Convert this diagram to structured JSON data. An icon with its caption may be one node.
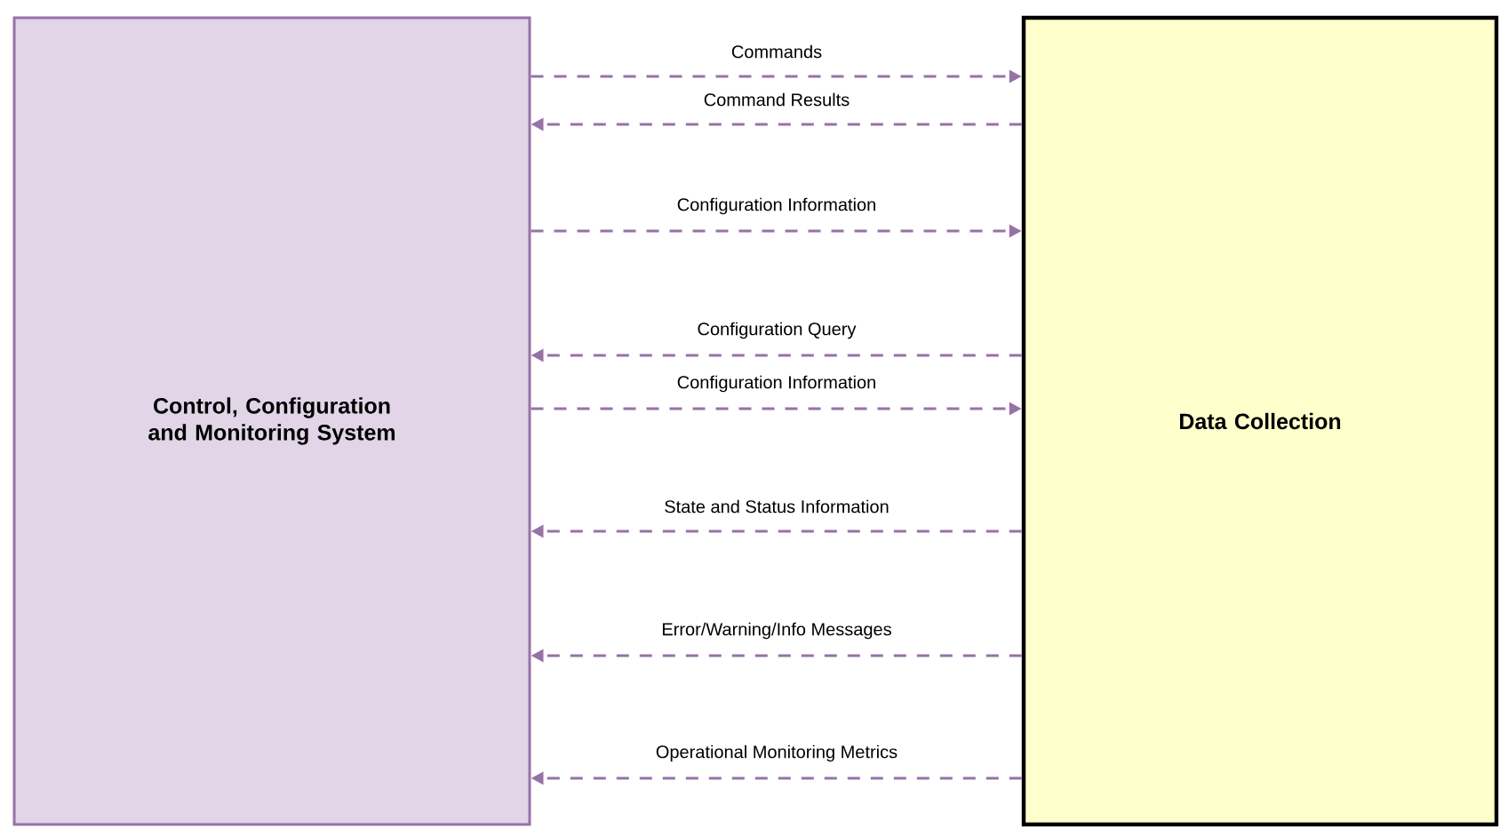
{
  "diagram": {
    "nodes": [
      {
        "text": [
          "Control, Configuration and Monitoring System"
        ]
      },
      {
        "text": [
          "Data Collection"
        ]
      }
    ],
    "edges": [
      {
        "from": 0,
        "to": 1,
        "arrow": "to",
        "label": "Commands",
        "style": "dashed"
      },
      {
        "from": 1,
        "to": 0,
        "arrow": "to",
        "label": "Command Results",
        "style": "dashed"
      },
      {
        "from": 0,
        "to": 1,
        "arrow": "to",
        "label": "Configuration Information",
        "style": "dashed"
      },
      {
        "from": 1,
        "to": 0,
        "arrow": "to",
        "label": "Configuration Query",
        "style": "dashed"
      },
      {
        "from": 0,
        "to": 1,
        "arrow": "to",
        "label": "Configuration Information",
        "style": "dashed"
      },
      {
        "from": 1,
        "to": 0,
        "arrow": "to",
        "label": "State and Status Information",
        "style": "dashed"
      },
      {
        "from": 1,
        "to": 0,
        "arrow": "to",
        "label": "Error/Warning/Info Messages",
        "style": "dashed"
      },
      {
        "from": 1,
        "to": 0,
        "arrow": "to",
        "label": "Operational Monitoring Metrics",
        "style": "dashed"
      }
    ]
  }
}
